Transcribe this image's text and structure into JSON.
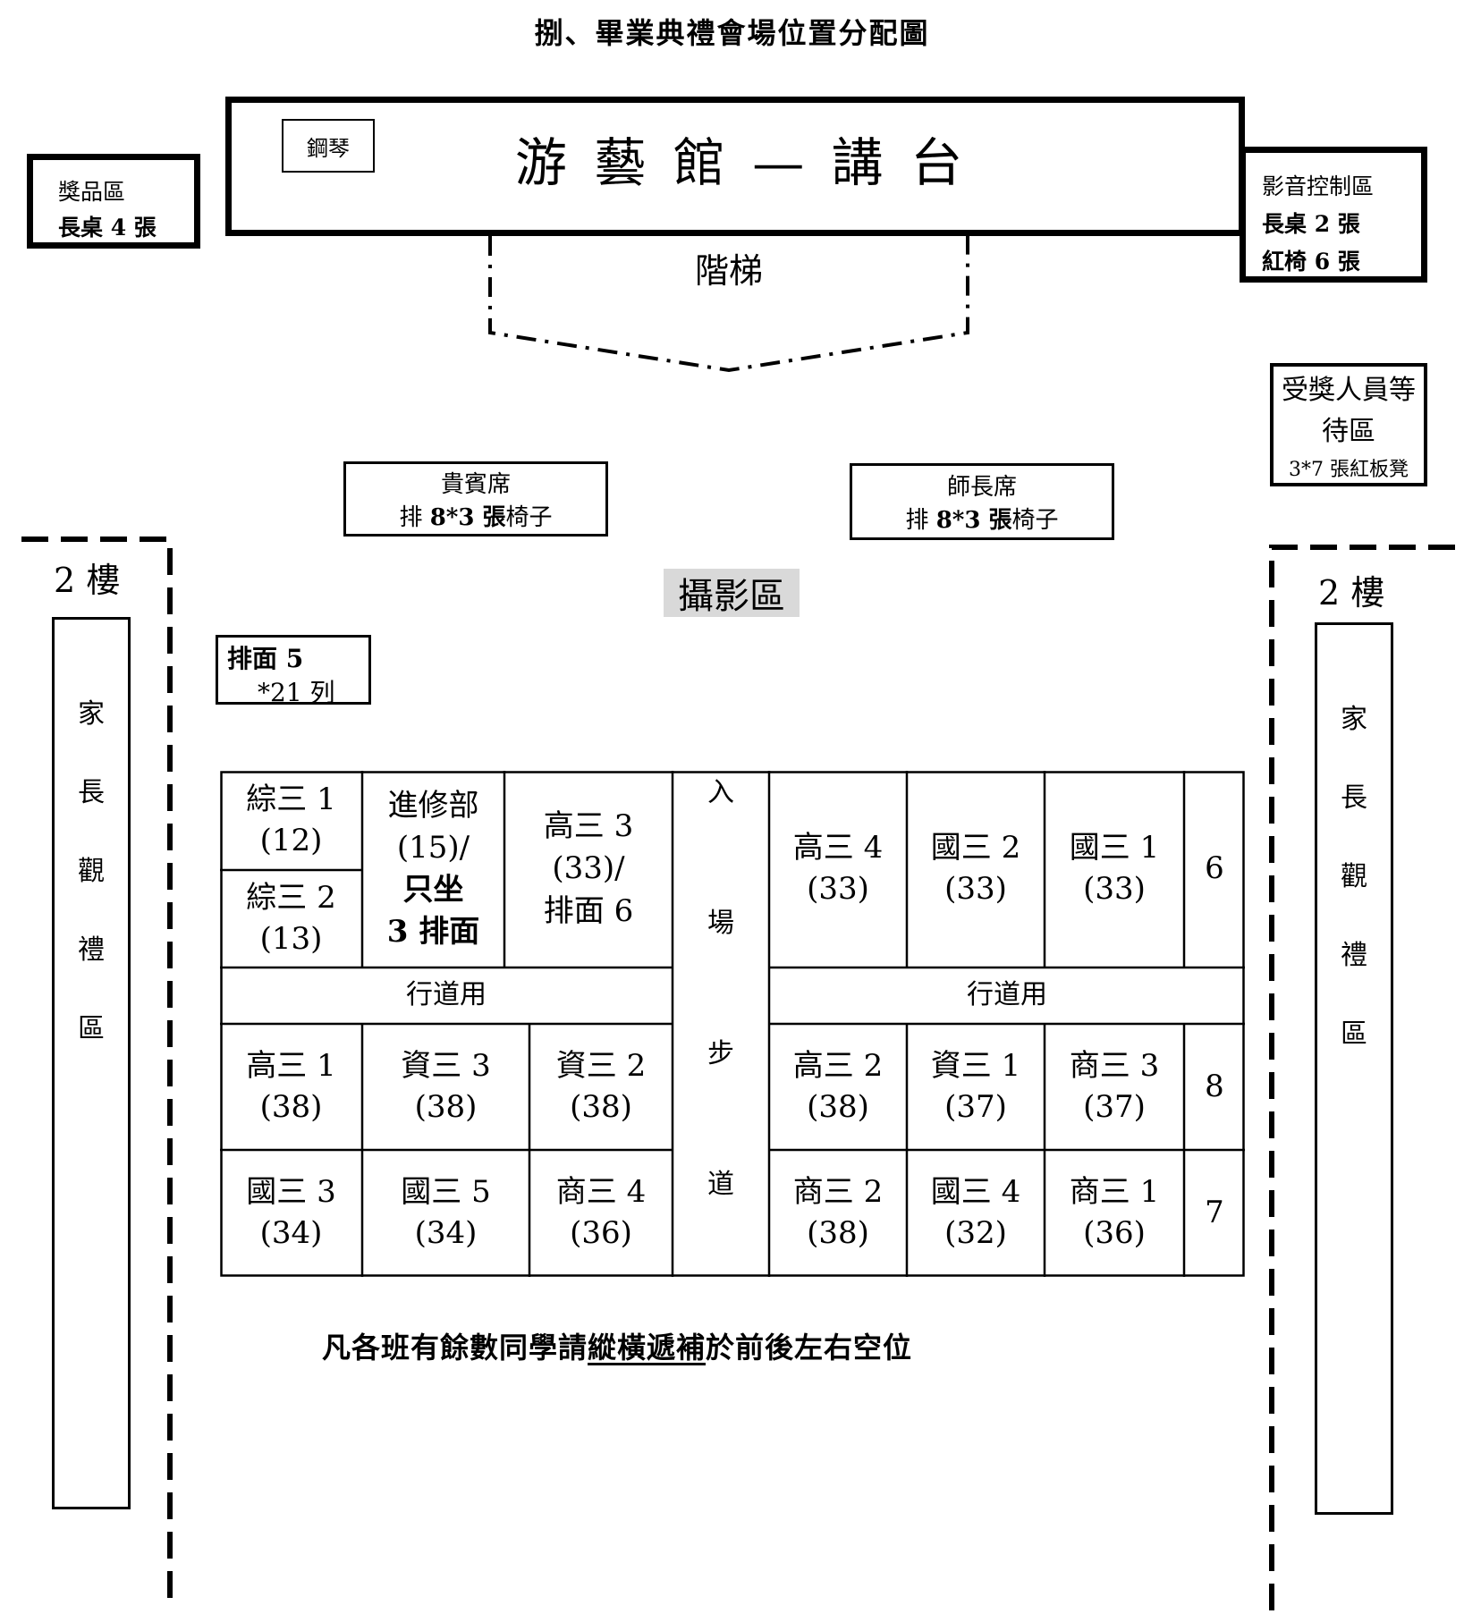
{
  "title": "捌、畢業典禮會場位置分配圖",
  "stage": {
    "label": "游 藝 館 — 講 台",
    "piano": "鋼琴"
  },
  "prize_area": {
    "title": "獎品區",
    "detail": "長桌 4 張"
  },
  "av_area": {
    "title": "影音控制區",
    "line1": "長桌 2 張",
    "line2": "紅椅 6 張"
  },
  "stairs": "階梯",
  "waiting_area": {
    "line1": "受獎人員等",
    "line2": "待區",
    "line3": "3*7 張紅板凳"
  },
  "vip_seats": {
    "title": "貴賓席",
    "prefix": "排 ",
    "count": "8*3",
    "unit": " 張",
    "suffix": "椅子"
  },
  "teacher_seats": {
    "title": "師長席",
    "prefix": "排 ",
    "count": "8*3",
    "unit": " 張",
    "suffix": "椅子"
  },
  "photo_area": "攝影區",
  "front_rows": {
    "line1": "排面 5",
    "line2": "*21 列"
  },
  "second_floor_left": "2 樓",
  "second_floor_right": "2 樓",
  "parent_area": [
    "家",
    "長",
    "觀",
    "禮",
    "區"
  ],
  "aisle_label": "行道用",
  "entrance": [
    "入",
    "場",
    "步",
    "道"
  ],
  "seats": {
    "row1_left": [
      {
        "name": "綜三 1",
        "count": "(12)"
      },
      {
        "name": "綜三 2",
        "count": "(13)"
      },
      {
        "name": "進修部",
        "count": "(15)/",
        "note1": "只坐",
        "note2": "3 排面"
      },
      {
        "name": "高三 3",
        "count": "(33)/",
        "note": "排面 6"
      }
    ],
    "row1_right": [
      {
        "name": "高三 4",
        "count": "(33)"
      },
      {
        "name": "國三 2",
        "count": "(33)"
      },
      {
        "name": "國三 1",
        "count": "(33)"
      }
    ],
    "row1_extra": "6",
    "row2_left": [
      {
        "name": "高三 1",
        "count": "(38)"
      },
      {
        "name": "資三 3",
        "count": "(38)"
      },
      {
        "name": "資三 2",
        "count": "(38)"
      }
    ],
    "row2_right": [
      {
        "name": "高三 2",
        "count": "(38)"
      },
      {
        "name": "資三 1",
        "count": "(37)"
      },
      {
        "name": "商三 3",
        "count": "(37)"
      }
    ],
    "row2_extra": "8",
    "row3_left": [
      {
        "name": "國三 3",
        "count": "(34)"
      },
      {
        "name": "國三 5",
        "count": "(34)"
      },
      {
        "name": "商三 4",
        "count": "(36)"
      }
    ],
    "row3_right": [
      {
        "name": "商三 2",
        "count": "(38)"
      },
      {
        "name": "國三 4",
        "count": "(32)"
      },
      {
        "name": "商三 1",
        "count": "(36)"
      }
    ],
    "row3_extra": "7"
  },
  "footer": {
    "before": "凡各班有餘數同學請",
    "underlined": "縱橫遞補",
    "after": "於前後左右空位"
  },
  "colors": {
    "photo_area_bg": "#d9d9d9"
  }
}
